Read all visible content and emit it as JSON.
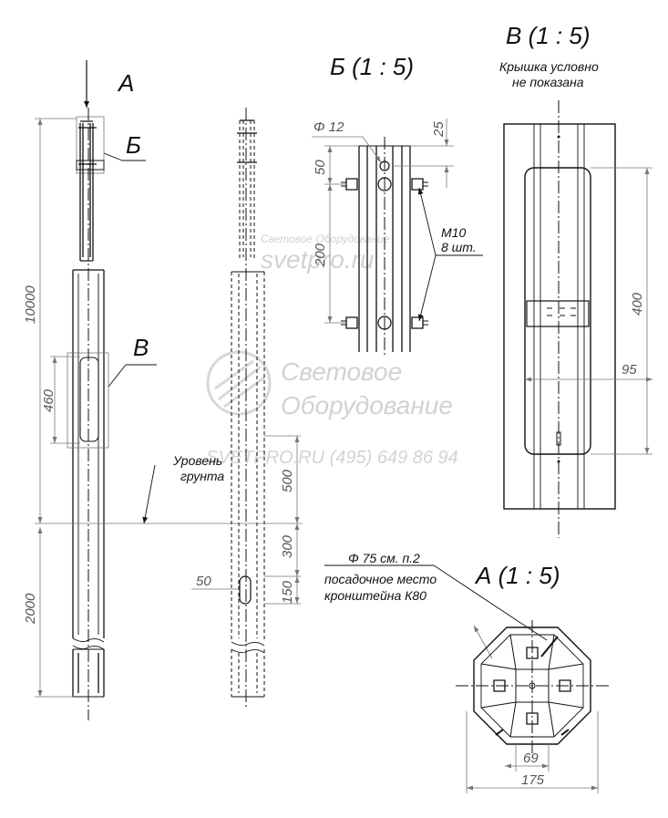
{
  "views": {
    "main_arrow_label": "А",
    "callout_b": "Б",
    "callout_v": "В",
    "detail_b_title": "Б (1 : 5)",
    "detail_v_title": "В (1 : 5)",
    "detail_v_note_line1": "Крышка условно",
    "detail_v_note_line2": "не показана",
    "detail_a_title": "А (1 : 5)"
  },
  "ground": {
    "line1": "Уровень",
    "line2": "грунта"
  },
  "dimensions": {
    "total_height": "10000",
    "hatch_height": "460",
    "embed_depth": "2000",
    "cable_top": "500",
    "cable_len": "300",
    "cable_bottom": "150",
    "cable_width": "50",
    "hole_dia": "Φ 12",
    "top_offset": "25",
    "hole_pitch_top": "50",
    "hole_spacing": "200",
    "bolt_size": "M10",
    "bolt_count": "8 шт.",
    "hatch_len": "400",
    "hatch_w": "95",
    "bracket_dia": "Φ 75 см. п.2",
    "bracket_line2": "посадочное место",
    "bracket_line3": "кронштейна К80",
    "flange_inner": "69",
    "flange_outer": "175"
  },
  "watermark": {
    "brand_line1": "Световое",
    "brand_line2": "Оборудование",
    "small": "Световое Оборудование",
    "site": "svetpro.ru",
    "contact": "SVETPRO.RU   (495) 649 86 94"
  }
}
